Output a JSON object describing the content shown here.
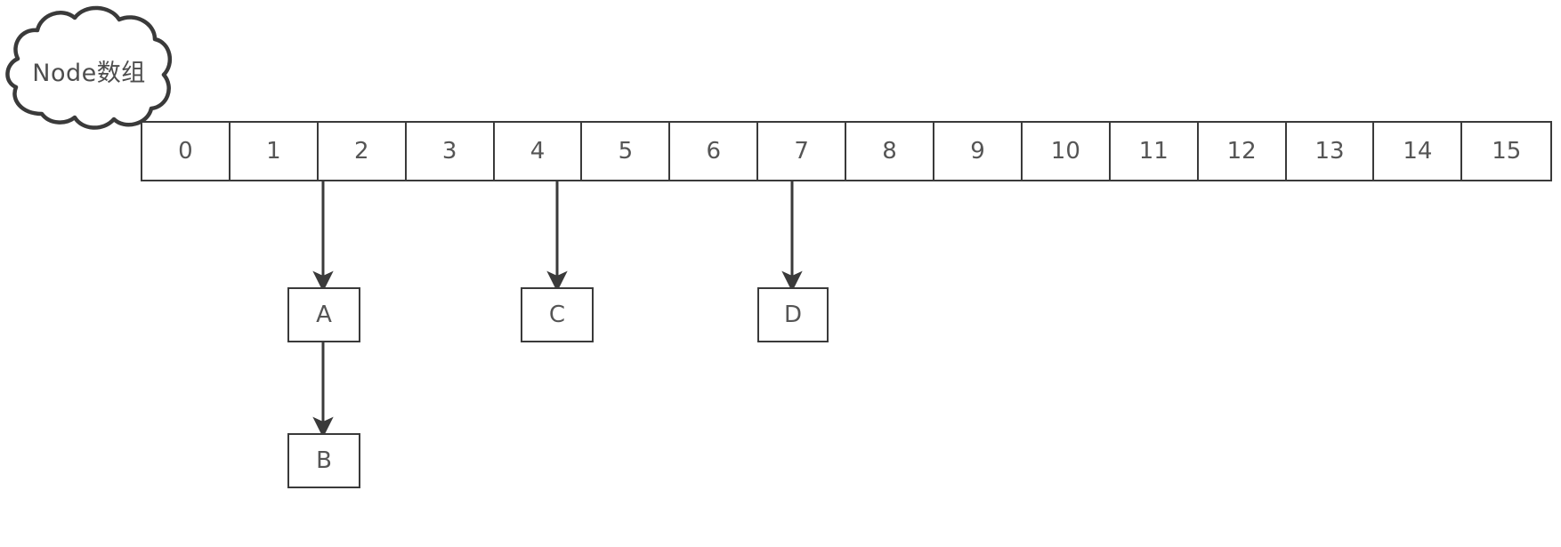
{
  "diagram": {
    "title": "Node array hash table diagram",
    "background_color": "#ffffff",
    "stroke_color": "#3a3a3a",
    "text_color": "#555555",
    "cloud": {
      "label": "Node数组"
    },
    "array": {
      "name": "node-array",
      "cells": [
        {
          "index": 0,
          "label": "0"
        },
        {
          "index": 1,
          "label": "1"
        },
        {
          "index": 2,
          "label": "2"
        },
        {
          "index": 3,
          "label": "3"
        },
        {
          "index": 4,
          "label": "4"
        },
        {
          "index": 5,
          "label": "5"
        },
        {
          "index": 6,
          "label": "6"
        },
        {
          "index": 7,
          "label": "7"
        },
        {
          "index": 8,
          "label": "8"
        },
        {
          "index": 9,
          "label": "9"
        },
        {
          "index": 10,
          "label": "10"
        },
        {
          "index": 11,
          "label": "11"
        },
        {
          "index": 12,
          "label": "12"
        },
        {
          "index": 13,
          "label": "13"
        },
        {
          "index": 14,
          "label": "14"
        },
        {
          "index": 15,
          "label": "15"
        }
      ]
    },
    "nodes": [
      {
        "id": "A",
        "label": "A"
      },
      {
        "id": "B",
        "label": "B"
      },
      {
        "id": "C",
        "label": "C"
      },
      {
        "id": "D",
        "label": "D"
      }
    ],
    "edges": [
      {
        "from": "array-cell-2",
        "to": "node-a"
      },
      {
        "from": "array-cell-5",
        "to": "node-c"
      },
      {
        "from": "array-cell-8",
        "to": "node-d"
      },
      {
        "from": "node-a",
        "to": "node-b"
      }
    ]
  }
}
